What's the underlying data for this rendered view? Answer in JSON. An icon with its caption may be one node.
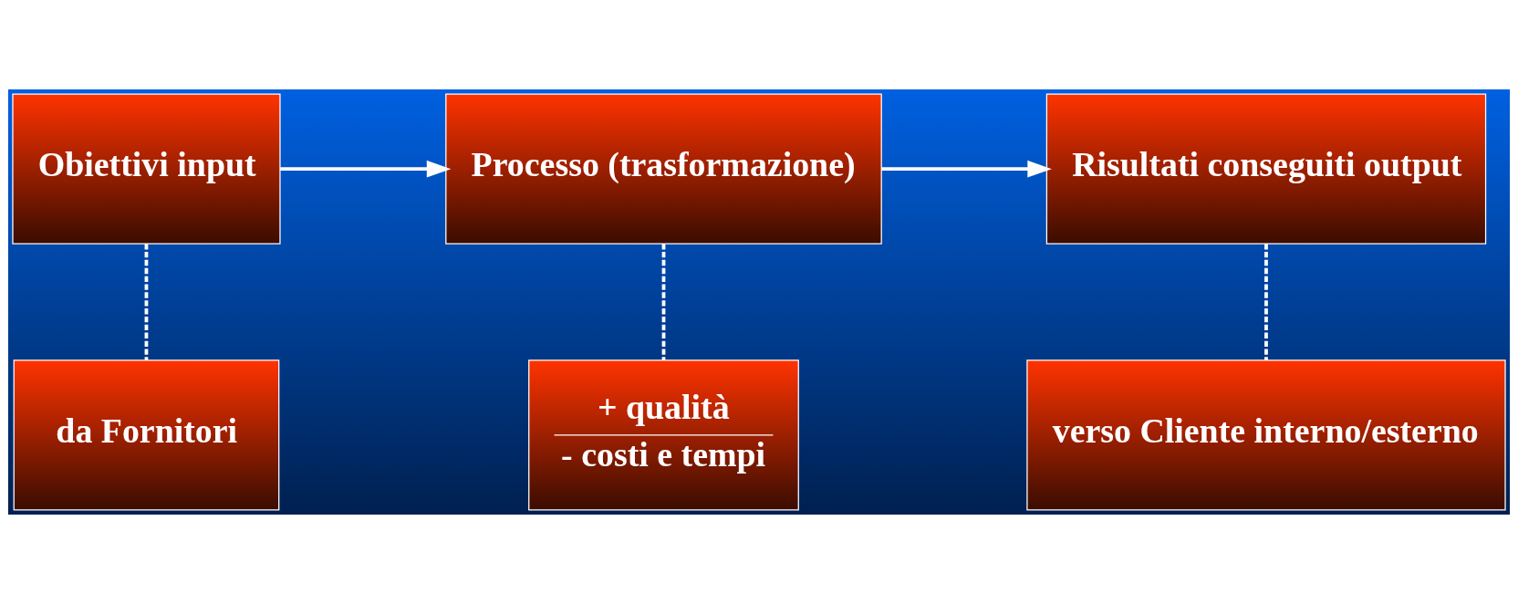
{
  "diagram": {
    "nodes": [
      {
        "text": [
          "Obiettivi input"
        ]
      },
      {
        "text": [
          "Processo (trasformazione)"
        ]
      },
      {
        "text": [
          "Risultati conseguiti output"
        ]
      },
      {
        "text": [
          "da Fornitori"
        ]
      },
      {
        "text": [
          "+ qualità",
          "- costi e tempi"
        ]
      },
      {
        "text": [
          "verso Cliente interno/esterno"
        ]
      }
    ],
    "edges": [
      {
        "from": 0,
        "to": 1,
        "arrow": "to"
      },
      {
        "from": 1,
        "to": 2,
        "arrow": "to"
      },
      {
        "from": 0,
        "to": 3,
        "arrow": "none",
        "style": "dashed"
      },
      {
        "from": 1,
        "to": 4,
        "arrow": "none",
        "style": "dashed"
      },
      {
        "from": 2,
        "to": 5,
        "arrow": "none",
        "style": "dashed"
      }
    ]
  }
}
